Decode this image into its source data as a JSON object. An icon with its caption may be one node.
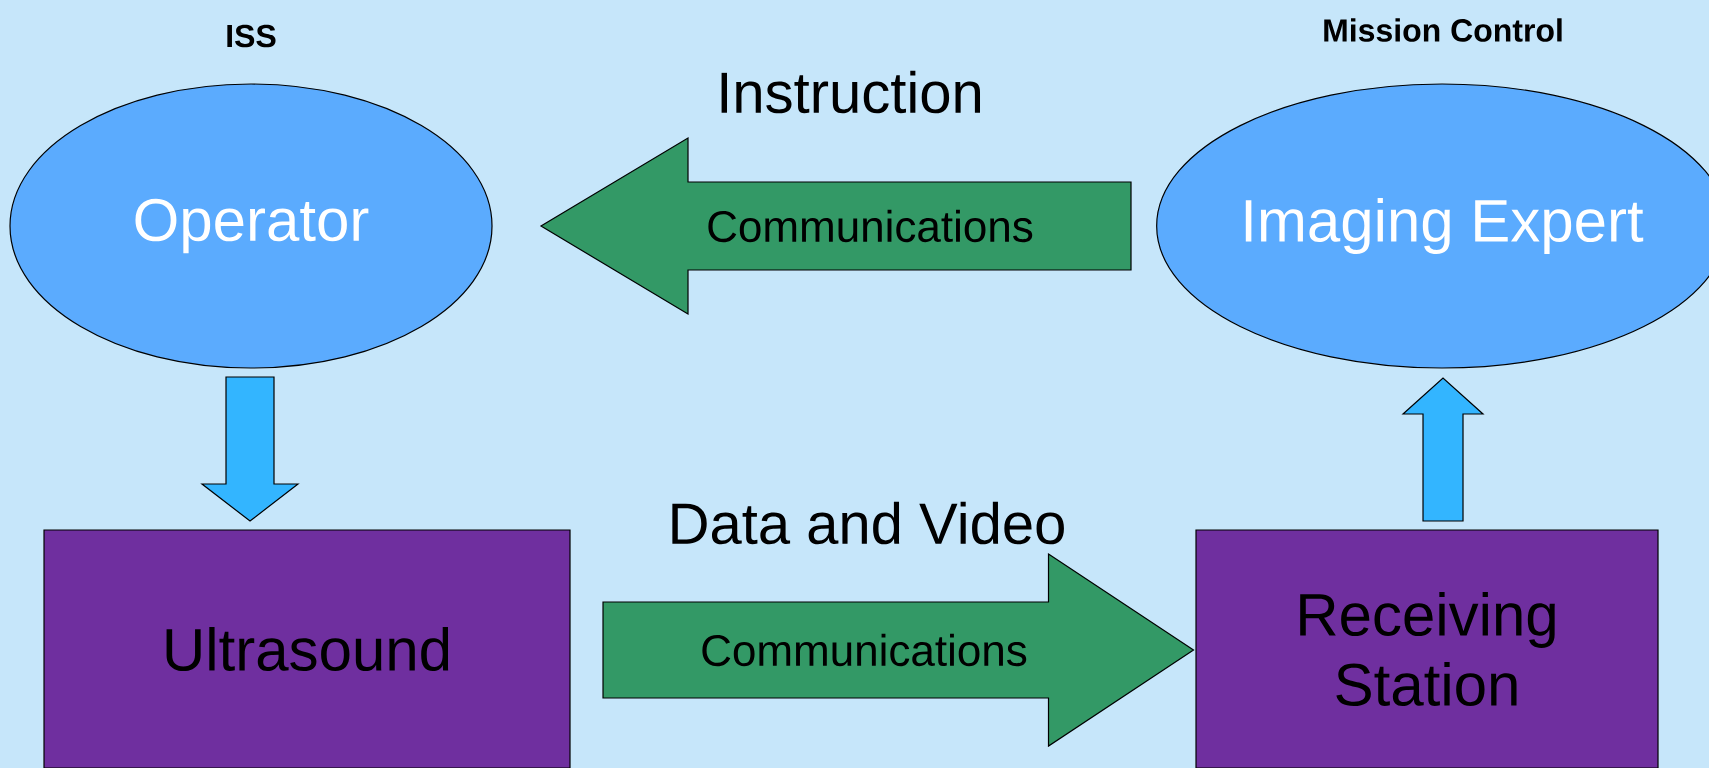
{
  "diagram": {
    "nodes": [
      {
        "text": [
          "Operator"
        ]
      },
      {
        "text": [
          "Imaging Expert"
        ]
      },
      {
        "text": [
          "Ultrasound"
        ]
      },
      {
        "text": [
          "Receiving Station"
        ]
      }
    ],
    "edges": [
      {
        "from": 0,
        "to": 2,
        "arrow": "to",
        "color": "#33b5ff"
      },
      {
        "from": 1,
        "to": 0,
        "arrow": "to",
        "label": "Communications",
        "color": "#339966"
      },
      {
        "from": 2,
        "to": 3,
        "arrow": "to",
        "label": "Communications",
        "color": "#339966"
      },
      {
        "from": 3,
        "to": 1,
        "arrow": "to",
        "color": "#33b5ff"
      }
    ],
    "labels": [
      "ISS",
      "Mission Control",
      "Instruction",
      "Data and Video"
    ]
  }
}
